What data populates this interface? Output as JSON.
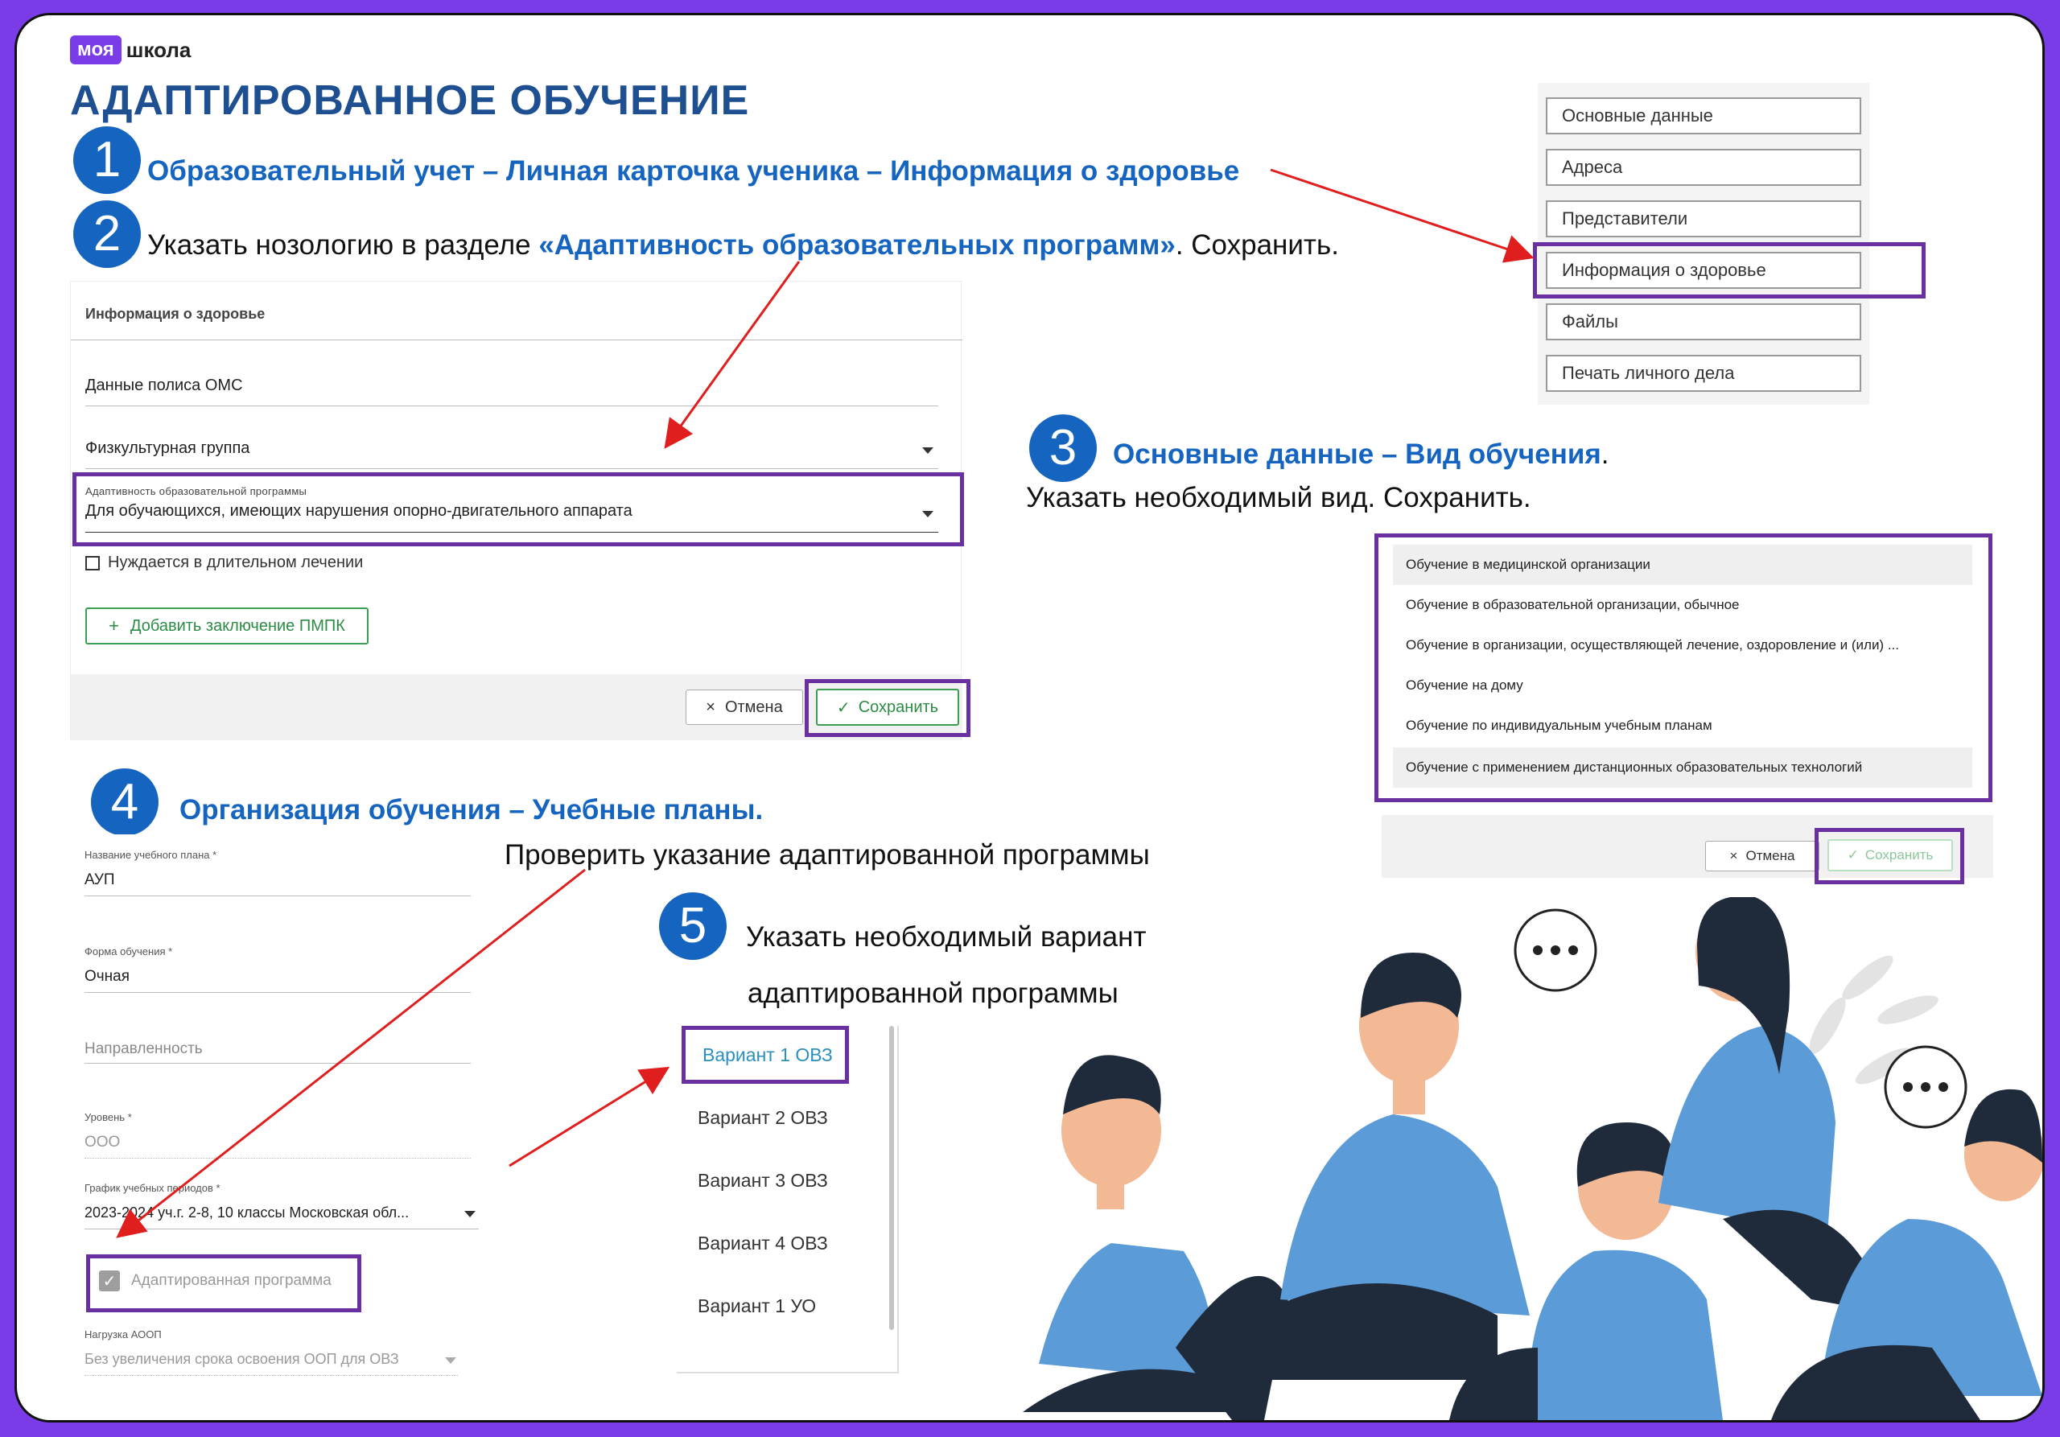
{
  "logo": {
    "part1": "моя",
    "part2": "школа"
  },
  "title": "АДАПТИРОВАННОЕ ОБУЧЕНИЕ",
  "steps": {
    "s1": {
      "num": "1",
      "text": "Образовательный учет – Личная карточка ученика – Информация о здоровье"
    },
    "s2": {
      "num": "2",
      "pre": "Указать нозологию в разделе ",
      "bold": "«Адаптивность образовательных программ»",
      "post": ". Сохранить."
    },
    "s3": {
      "num": "3",
      "text": "Основные данные – Вид обучения",
      "dot": ".",
      "line2": "Указать необходимый вид. Сохранить."
    },
    "s4": {
      "num": "4",
      "text": "Организация обучения – Учебные планы.",
      "line2": "Проверить указание адаптированной программы"
    },
    "s5": {
      "num": "5",
      "line1": "Указать необходимый вариант",
      "line2": "адаптированной программы"
    }
  },
  "health_form": {
    "header": "Информация о здоровье",
    "oms_label": "Данные полиса ОМС",
    "phys_label": "Физкультурная группа",
    "adapt_label": "Адаптивность образовательной программы",
    "adapt_value": "Для обучающихся, имеющих нарушения опорно-двигательного аппарата",
    "long_treatment": "Нуждается в длительном лечении",
    "add_pmpk": "Добавить заключение ПМПК",
    "cancel": "Отмена",
    "save": "Сохранить"
  },
  "side_menu": [
    "Основные данные",
    "Адреса",
    "Представители",
    "Информация о здоровье",
    "Файлы",
    "Печать личного дела"
  ],
  "study_type_options": [
    "Обучение в медицинской организации",
    "Обучение в образовательной организации, обычное",
    "Обучение в организации, осуществляющей лечение, оздоровление и (или) ...",
    "Обучение на дому",
    "Обучение по индивидуальным учебным планам",
    "Обучение с применением дистанционных образовательных технологий"
  ],
  "study_type_buttons": {
    "cancel": "Отмена",
    "save": "Сохранить"
  },
  "plan_form": {
    "plan_name_label": "Название учебного плана *",
    "plan_name_value": "АУП",
    "form_label": "Форма обучения *",
    "form_value": "Очная",
    "direction_label": "Направленность",
    "level_label": "Уровень *",
    "level_value": "ООО",
    "schedule_label": "График учебных периодов *",
    "schedule_value": "2023-2024 уч.г. 2-8, 10 классы Московская обл...",
    "adapted_program": "Адаптированная программа",
    "load_label": "Нагрузка АООП",
    "load_value": "Без увеличения срока освоения ООП для ОВЗ"
  },
  "variants": [
    "Вариант 1 ОВЗ",
    "Вариант 2 ОВЗ",
    "Вариант 3 ОВЗ",
    "Вариант 4 ОВЗ",
    "Вариант 1 УО"
  ],
  "colors": {
    "purple": "#6a2fa0",
    "blue": "#1565c0",
    "title": "#1d4f91",
    "frame": "#7a3ce6",
    "green": "#3c9d53"
  }
}
